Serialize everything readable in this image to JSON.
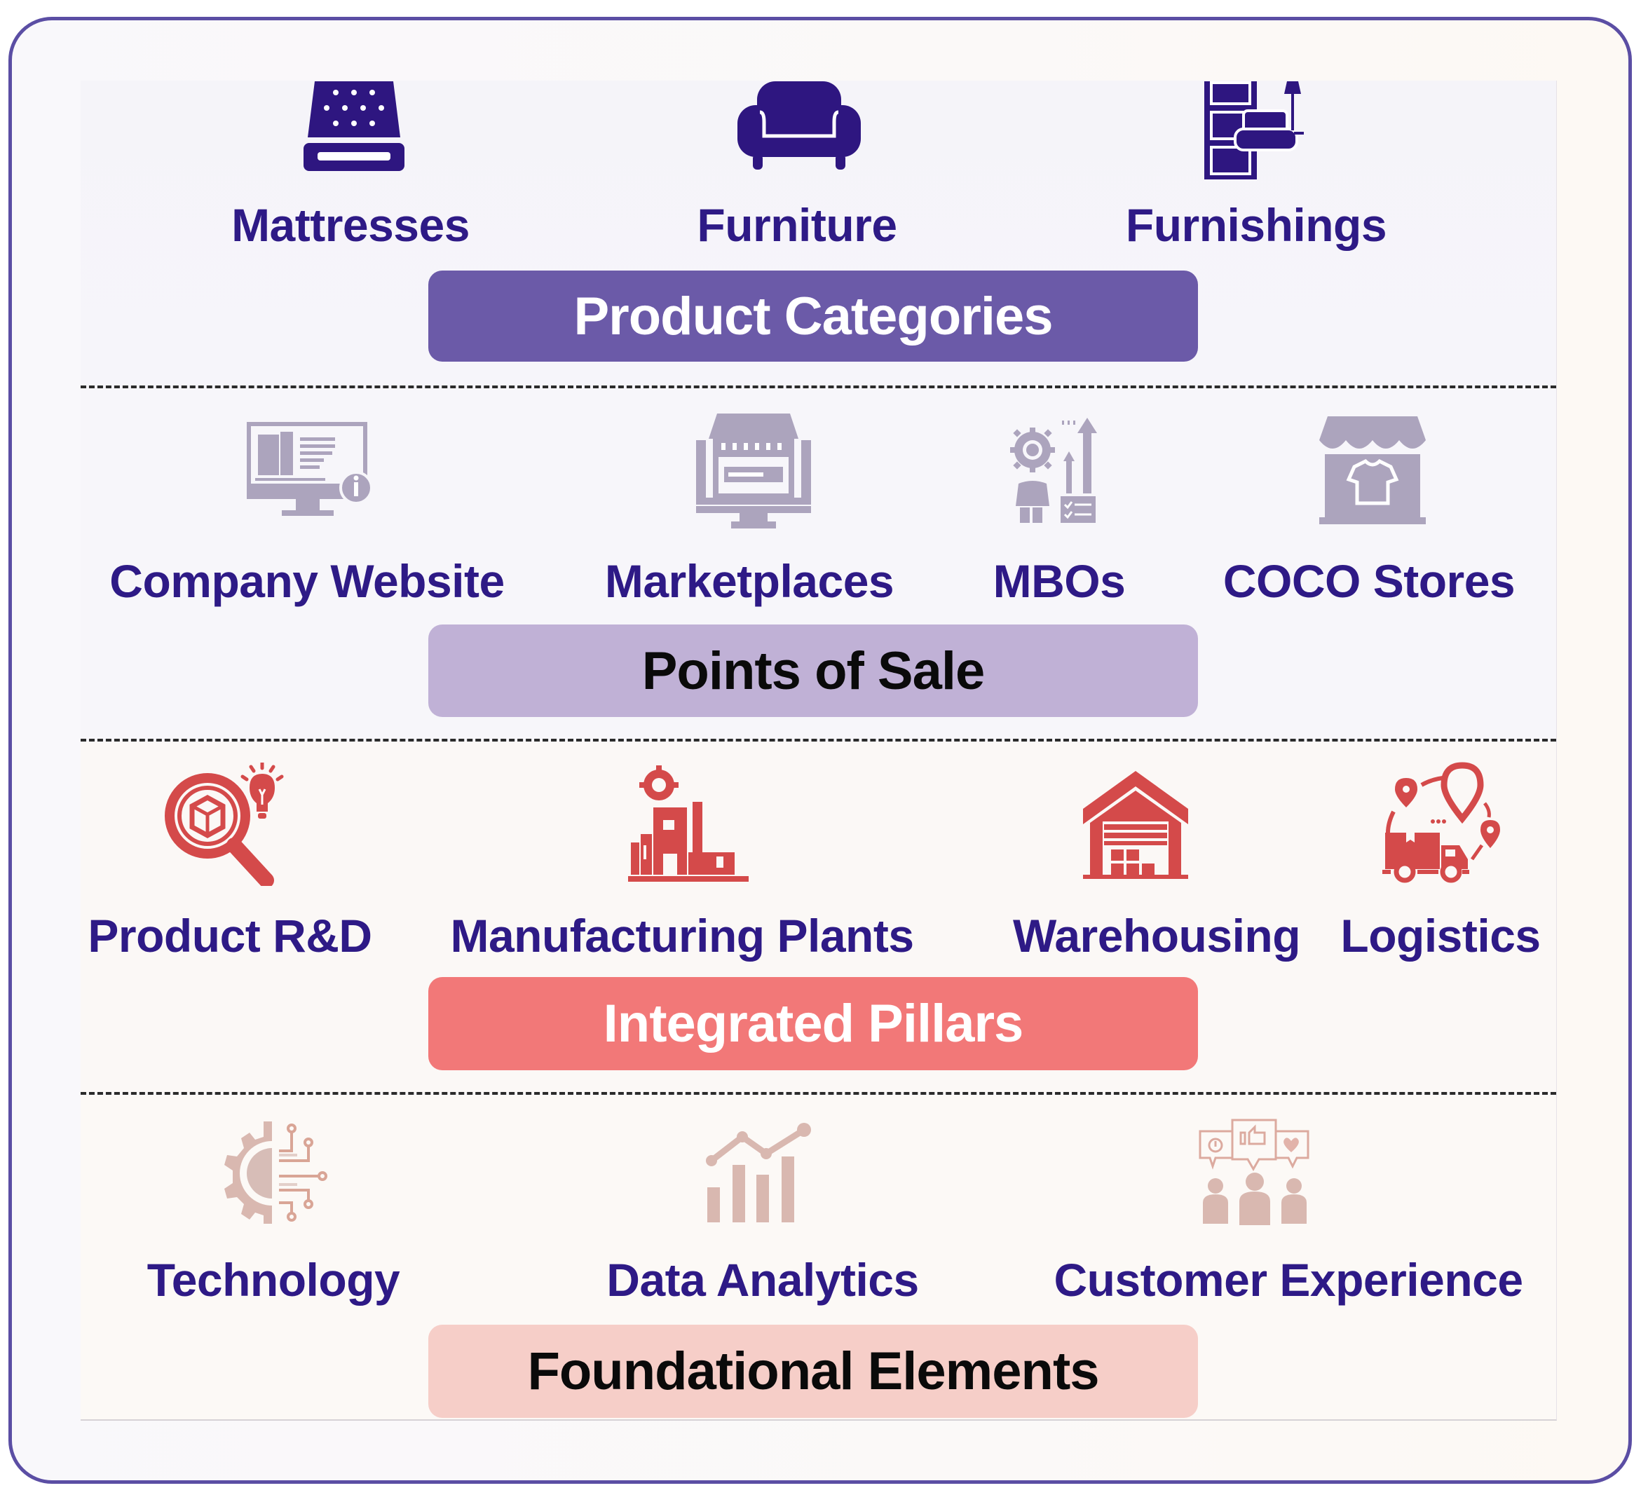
{
  "colors": {
    "frame_border": "#5b4ea4",
    "label_text": "#2e1a86",
    "product_icon": "#2e1680",
    "sale_icon": "#aca4bd",
    "pillar_icon": "#d44a4a",
    "foundation_icon": "#d9b8b0"
  },
  "sections": [
    {
      "id": "product-categories",
      "title": "Product Categories",
      "pill_color": "#6b5aa8",
      "items": [
        {
          "label": "Mattresses",
          "icon": "mattress-icon"
        },
        {
          "label": "Furniture",
          "icon": "armchair-icon"
        },
        {
          "label": "Furnishings",
          "icon": "furnishings-icon"
        }
      ]
    },
    {
      "id": "points-of-sale",
      "title": "Points of Sale",
      "pill_color": "#c0b1d6",
      "items": [
        {
          "label": "Company Website",
          "icon": "website-monitor-icon"
        },
        {
          "label": "Marketplaces",
          "icon": "online-store-icon"
        },
        {
          "label": "MBOs",
          "icon": "retail-growth-icon"
        },
        {
          "label": "COCO Stores",
          "icon": "storefront-icon"
        }
      ]
    },
    {
      "id": "integrated-pillars",
      "title": "Integrated Pillars",
      "pill_color": "#f27878",
      "items": [
        {
          "label": "Product R&D",
          "icon": "research-magnifier-icon"
        },
        {
          "label": "Manufacturing Plants",
          "icon": "factory-icon"
        },
        {
          "label": "Warehousing",
          "icon": "warehouse-icon"
        },
        {
          "label": "Logistics",
          "icon": "delivery-truck-icon"
        }
      ]
    },
    {
      "id": "foundational-elements",
      "title": "Foundational Elements",
      "pill_color": "#f6cec8",
      "items": [
        {
          "label": "Technology",
          "icon": "tech-gear-icon"
        },
        {
          "label": "Data Analytics",
          "icon": "analytics-chart-icon"
        },
        {
          "label": "Customer Experience",
          "icon": "customer-feedback-icon"
        }
      ]
    }
  ]
}
